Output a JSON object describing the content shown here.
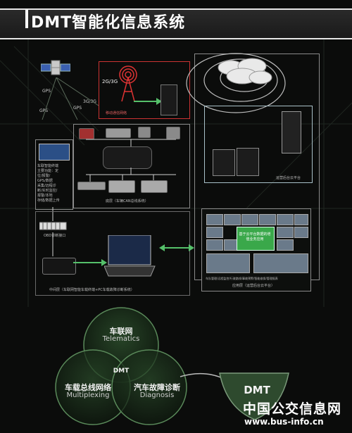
{
  "title": "DMT智能化信息系统",
  "top_labels": {
    "gps_1": "GPS",
    "gps_2": "GPS",
    "gps_3": "GPS",
    "gps_4": "3G/3G",
    "network_signal": "2G/3G",
    "mobile_network": "移动通信网络"
  },
  "cloud_platform": {
    "label": "运营后台云平台"
  },
  "bottom_layer": {
    "label": "底层（车辆CAN总线系统）"
  },
  "terminal": {
    "text_lines": [
      "车联智能终端",
      "主要功能：定",
      "位/报警/",
      "GPS/数据",
      "采集/远程诊",
      "断/实时监控/",
      "报警/本地",
      "存储/数据上传"
    ],
    "port_label": "OBD诊断接口"
  },
  "middle_layer": {
    "label": "中间层（车联网智能车载终端+PC车载故障诊断系统）"
  },
  "application_layer": {
    "center_text": "基于云平台数据的增值业务应用",
    "caption_1": "车队管理/远程监控/行驶路线/事故预警/智能维保/管理报表",
    "caption_2": "应用层（运营后台云平台）"
  },
  "venn": {
    "telematics_cn": "车联网",
    "telematics_en": "Telematics",
    "multiplex_cn": "车载总线网络",
    "multiplex_en": "Multiplexing",
    "diagnosis_cn": "汽车故障诊断",
    "diagnosis_en": "Diagnosis",
    "center": "DMT",
    "result": "DMT"
  },
  "watermark": {
    "cn": "中国公交信息网",
    "url": "www.bus-info.cn"
  },
  "colors": {
    "background": "#0b0c0b",
    "panel_red": "#cc3333",
    "arrow_green": "#55c06a",
    "venn_green": "#3d6e3d",
    "text": "#dddddd"
  }
}
